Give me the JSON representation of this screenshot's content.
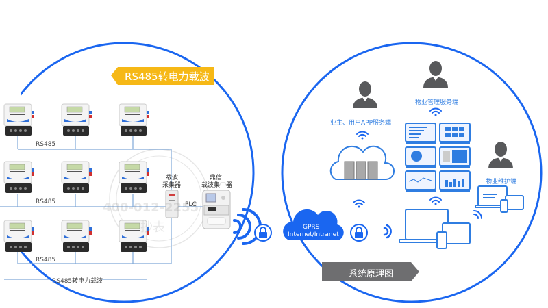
{
  "left_panel": {
    "banner_title": "RS485转电力载波",
    "bus_label": "RS485",
    "bottom_caption": "RS485转电力载波",
    "collector_label_line1": "载波",
    "collector_label_line2": "采集器",
    "concentrator_label_line1": "鼎信",
    "concentrator_label_line2": "载波集中器",
    "plc_label": "PLC",
    "watermark_phone": "400-012-2255",
    "watermark_text": "抄表",
    "meter_rows": 3,
    "meters_per_row": 3
  },
  "middle": {
    "cloud_line1": "GPRS",
    "cloud_line2": "Internet/Intranet"
  },
  "right_panel": {
    "user_app_label": "业主、用户APP服务端",
    "property_mgmt_label": "物业管理服务端",
    "maintenance_label": "物业维护端",
    "footer_banner": "系统原理图"
  },
  "colors": {
    "accent_blue": "#1a66f0",
    "icon_blue": "#2f7de1",
    "banner_yellow": "#f6b816",
    "banner_gray": "#6e6e70",
    "line_blue": "#7fa8d8",
    "person_gray": "#58595b"
  }
}
